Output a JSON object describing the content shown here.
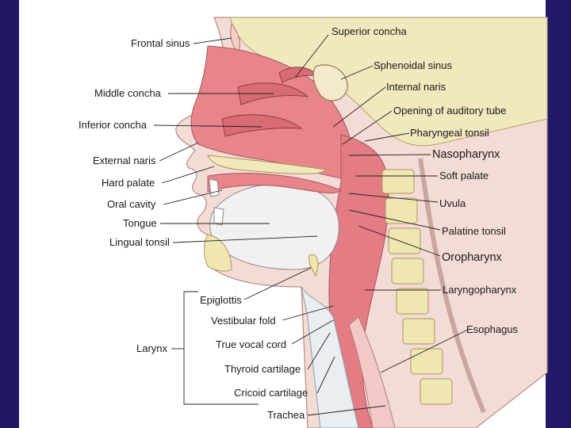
{
  "labels": {
    "frontal_sinus": "Frontal sinus",
    "middle_concha": "Middle concha",
    "inferior_concha": "Inferior concha",
    "external_naris": "External naris",
    "hard_palate": "Hard palate",
    "oral_cavity": "Oral cavity",
    "tongue": "Tongue",
    "lingual_tonsil": "Lingual tonsil",
    "larynx": "Larynx",
    "epiglottis": "Epiglottis",
    "vestibular_fold": "Vestibular fold",
    "true_vocal_cord": "True vocal cord",
    "thyroid_cartilage": "Thyroid cartilage",
    "cricoid_cartilage": "Cricoid cartilage",
    "trachea": "Trachea",
    "superior_concha": "Superior concha",
    "sphenoidal_sinus": "Sphenoidal sinus",
    "internal_naris": "Internal naris",
    "opening_auditory_tube": "Opening of auditory tube",
    "pharyngeal_tonsil": "Pharyngeal tonsil",
    "nasopharynx": "Nasopharynx",
    "soft_palate": "Soft palate",
    "uvula": "Uvula",
    "palatine_tonsil": "Palatine tonsil",
    "oropharynx": "Oropharynx",
    "laryngopharynx": "Laryngopharynx",
    "esophagus": "Esophagus"
  },
  "colors": {
    "slide_background": "#2a1f73",
    "mucosa": "#e8858a",
    "bone": "#efe6b2",
    "soft_tissue": "#f4d6d0",
    "cartilage": "#e9eef2"
  }
}
